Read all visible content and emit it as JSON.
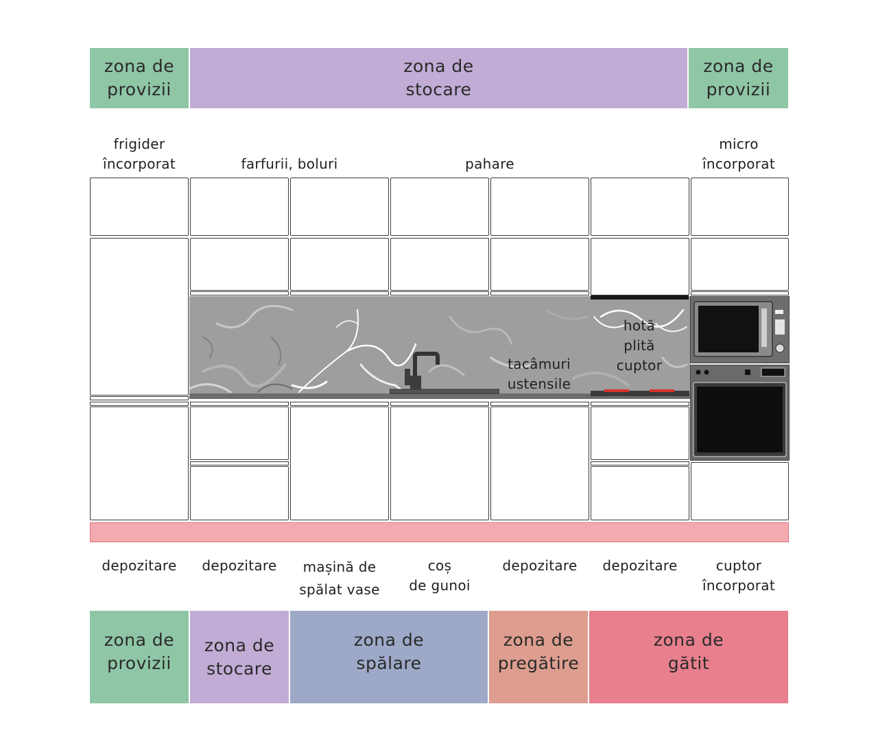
{
  "colors": {
    "provizii": "#8fc6a6",
    "stocare": "#c0acd5",
    "spalare": "#9ea8c7",
    "pregatire": "#dd9e8f",
    "gatit": "#e77f8c",
    "plinth": "#f5aab0"
  },
  "top_zones": [
    {
      "label": "zona de\nprovizii"
    },
    {
      "label": "zona de\nstocare"
    },
    {
      "label": "zona de\nprovizii"
    }
  ],
  "upper_labels": {
    "frigider": "frigider\nîncorporat",
    "farfurii": "farfurii, boluri",
    "pahare": "pahare",
    "micro": "micro\nîncorporat"
  },
  "wall_labels": {
    "tacamuri": "tacâmuri\nustensile",
    "hota": "hotă\nplită\ncuptor"
  },
  "bottom_labels": [
    "depozitare",
    "depozitare",
    "mașină de\nspălat vase",
    "coș\nde gunoi",
    "depozitare",
    "depozitare",
    "cuptor\nîncorporat"
  ],
  "bottom_zones": [
    {
      "label": "zona de\nprovizii"
    },
    {
      "label": "zona de\nstocare"
    },
    {
      "label": "zona de\nspălare"
    },
    {
      "label": "zona de\npregătire"
    },
    {
      "label": "zona de\ngătit"
    }
  ],
  "icons": {
    "faucet": "faucet-icon",
    "microwave": "microwave-icon",
    "oven": "oven-icon",
    "cooktop": "cooktop-icon",
    "hood": "hood-icon"
  }
}
